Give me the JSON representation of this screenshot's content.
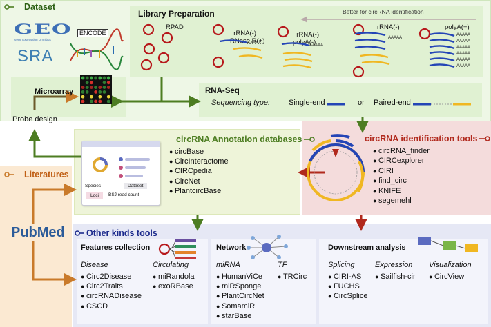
{
  "dataset": {
    "title": "Dataset",
    "geo_logo": "GEO",
    "geo_caption": "Gene Expression Omnibus",
    "sra_logo": "SRA",
    "encode_logo": "ENCODE"
  },
  "library_prep": {
    "title": "Library Preparation",
    "better_label": "Better for circRNA identification",
    "methods": [
      "RPAD",
      "rRNA(-)\nRNase R(+)",
      "rRNA(-)\npolyA(-)",
      "rRNA(-)",
      "polyA(+)"
    ],
    "tail": "AAAAA"
  },
  "microarray": {
    "label": "Microarray"
  },
  "probe_design": {
    "label": "Probe design"
  },
  "rnaseq": {
    "title": "RNA-Seq",
    "seq_type_label": "Sequencing type:",
    "single_end": "Single-end",
    "or": "or",
    "paired_end": "Paired-end"
  },
  "literatures": {
    "title": "Literatures",
    "pubmed_logo": "PubMed"
  },
  "annotation": {
    "title": "circRNA Annotation databases",
    "items": [
      "circBase",
      "CircInteractome",
      "CIRCpedia",
      "CircNet",
      "PlantcircBase"
    ],
    "card_labels": [
      "Species",
      "Dataset",
      "Loci",
      "BSJ read count"
    ]
  },
  "identification": {
    "title": "circRNA identification tools",
    "items": [
      "circRNA_finder",
      "CIRCexplorer",
      "CIRI",
      "find_circ",
      "KNIFE",
      "segemehl"
    ]
  },
  "other_tools": {
    "title": "Other kinds tools",
    "features": {
      "title": "Features collection",
      "disease_label": "Disease",
      "disease_items": [
        "Circ2Disease",
        "Circ2Traits",
        "circRNADisease",
        "CSCD"
      ],
      "circulating_label": "Circulating",
      "circulating_items": [
        "miRandola",
        "exoRBase"
      ]
    },
    "network": {
      "title": "Network",
      "mirna_label": "miRNA",
      "mirna_items": [
        "HumanViCe",
        "miRSponge",
        "PlantCircNet",
        "SomamiR",
        "starBase"
      ],
      "tf_label": "TF",
      "tf_items": [
        "TRCirc"
      ]
    },
    "downstream": {
      "title": "Downstream analysis",
      "splicing_label": "Splicing",
      "splicing_items": [
        "CIRI-AS",
        "FUCHS",
        "CircSplice"
      ],
      "expression_label": "Expression",
      "expression_items": [
        "Sailfish-cir"
      ],
      "visualization_label": "Visualization",
      "visualization_items": [
        "CircView"
      ]
    }
  },
  "colors": {
    "green_panel": "#e4f3d8",
    "green_dark": "#4d7d22",
    "orange_panel": "#fbe9d2",
    "orange": "#c97a2a",
    "red_panel": "#f4dcdc",
    "red": "#b1291d",
    "blue_panel": "#e6e8f5",
    "blue_dark": "#1c2a8c",
    "rna_blue": "#2445b6",
    "rna_yellow": "#f0b722",
    "circle_red": "#b7191c"
  }
}
